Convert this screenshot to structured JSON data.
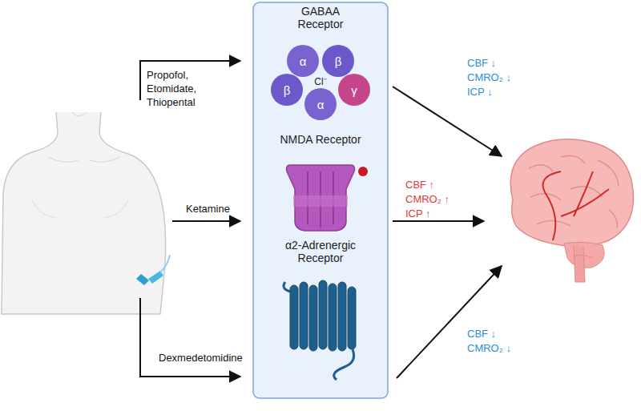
{
  "diagram": {
    "nodes": [
      {
        "text": [
          "GABAA Receptor"
        ]
      },
      {
        "text": [
          "α"
        ],
        "in": 0
      },
      {
        "text": [
          "β"
        ],
        "in": 0
      },
      {
        "text": [
          "β"
        ],
        "in": 0
      },
      {
        "text": [
          "γ"
        ],
        "in": 0
      },
      {
        "text": [
          "α"
        ],
        "in": 0
      },
      {
        "text": [
          "NMDA Receptor"
        ]
      },
      {
        "text": [
          "α2-Adrenergic Receptor"
        ]
      }
    ],
    "labels": [
      "Cl⁻",
      "Propofol, Etomidate, Thiopental",
      "Ketamine",
      "Dexmedetomidine",
      "CBF ↓",
      "CMRO₂ ↓",
      "ICP ↓",
      "CBF ↑",
      "CMRO₂ ↑",
      "ICP ↑",
      "CBF ↓",
      "CMRO₂ ↓"
    ]
  }
}
